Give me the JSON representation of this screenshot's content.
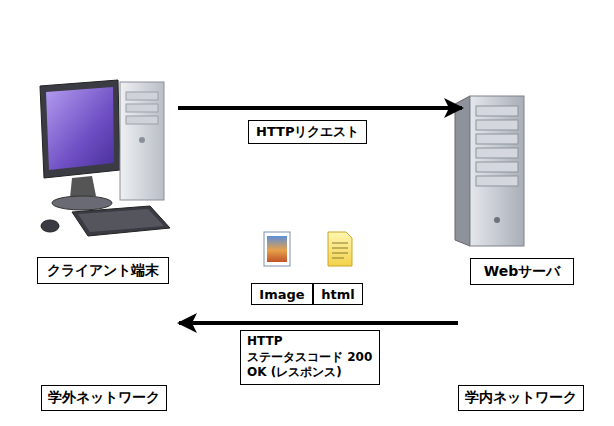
{
  "diagram": {
    "nodes": [
      {
        "text": [
          "学外ネットワーク"
        ]
      },
      {
        "text": [
          "学内ネットワーク"
        ]
      },
      {
        "text": [
          "クライアント端末"
        ],
        "in": 0
      },
      {
        "text": [
          "Webサーバ"
        ],
        "in": 1
      },
      {
        "text": [
          "Image"
        ]
      },
      {
        "text": [
          "html"
        ]
      }
    ],
    "edges": [
      {
        "from": 0,
        "to": 1,
        "arrow": "to",
        "label": "HTTPリクエスト"
      },
      {
        "from": 1,
        "to": 0,
        "arrow": "to",
        "label": "HTTP ステータスコード 200 OK (レスポンス)"
      }
    ]
  }
}
